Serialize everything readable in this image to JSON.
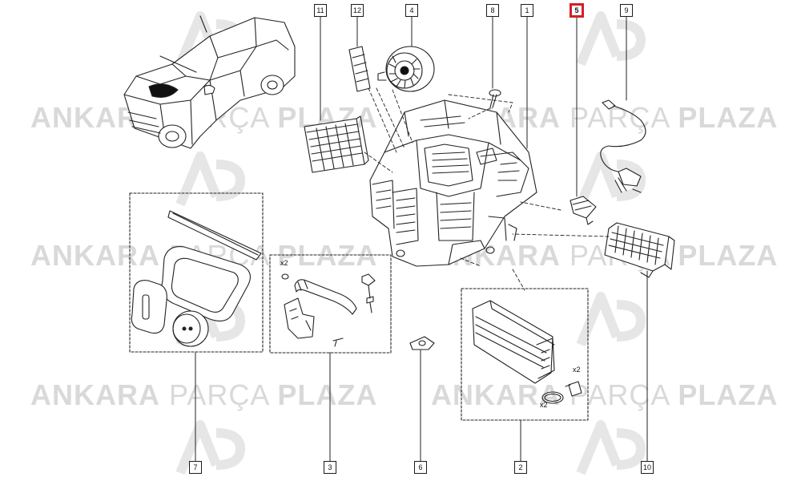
{
  "watermark": {
    "brand_bold": "ANKARA",
    "brand_light": "PARÇA",
    "brand_bold2": "PLAZA",
    "logo_text": "AP"
  },
  "callouts": {
    "c1": "1",
    "c2": "2",
    "c3": "3",
    "c4": "4",
    "c5": "5",
    "c6": "6",
    "c7": "7",
    "c8": "8",
    "c9": "9",
    "c10": "10",
    "c11": "11",
    "c12": "12"
  },
  "highlight_color": "#d21f26",
  "quantities": {
    "kit3_x2": "x2",
    "kit2_screw_x2": "x2",
    "kit2_oring_x2": "x2"
  }
}
